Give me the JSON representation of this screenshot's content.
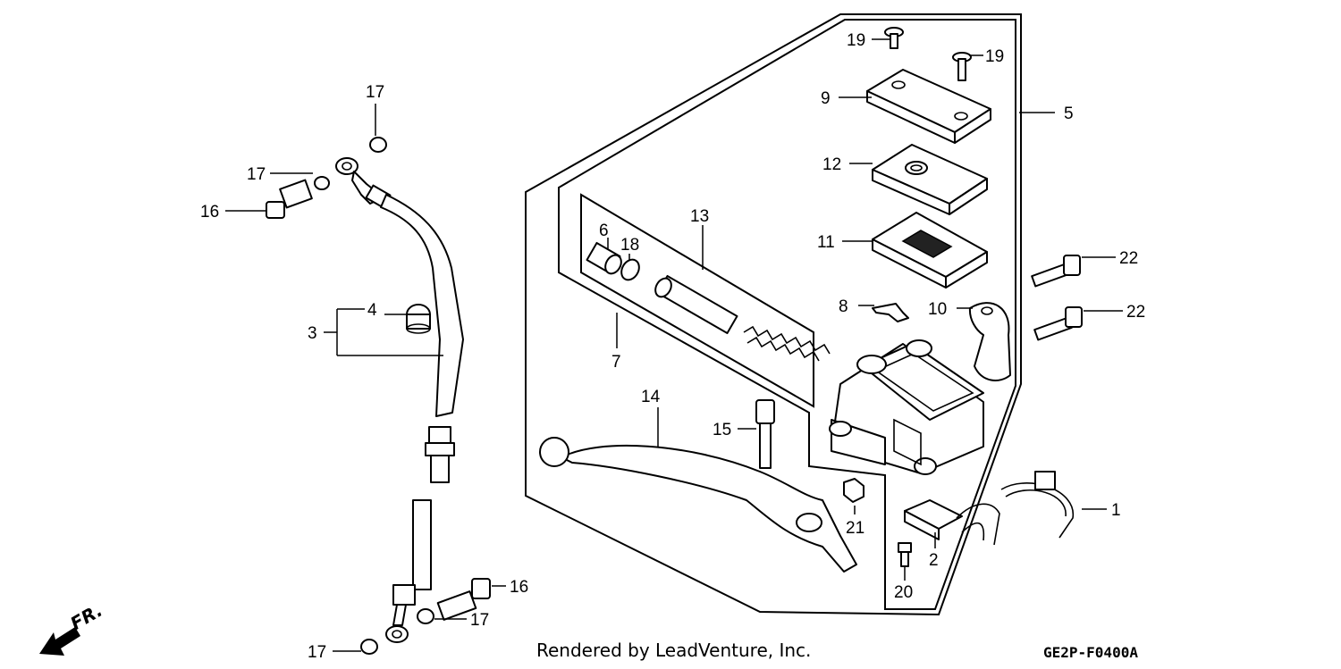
{
  "diagram": {
    "callouts": {
      "p1": "1",
      "p2": "2",
      "p3": "3",
      "p4": "4",
      "p5": "5",
      "p6": "6",
      "p7": "7",
      "p8": "8",
      "p9": "9",
      "p10": "10",
      "p11": "11",
      "p12": "12",
      "p13": "13",
      "p14": "14",
      "p15": "15",
      "p16a": "16",
      "p16b": "16",
      "p17a": "17",
      "p17b": "17",
      "p17c": "17",
      "p17d": "17",
      "p18": "18",
      "p19a": "19",
      "p19b": "19",
      "p20": "20",
      "p21": "21",
      "p22a": "22",
      "p22b": "22"
    },
    "direction_label": "FR.",
    "credit": "Rendered by LeadVenture, Inc.",
    "code": "GE2P-F0400A"
  }
}
